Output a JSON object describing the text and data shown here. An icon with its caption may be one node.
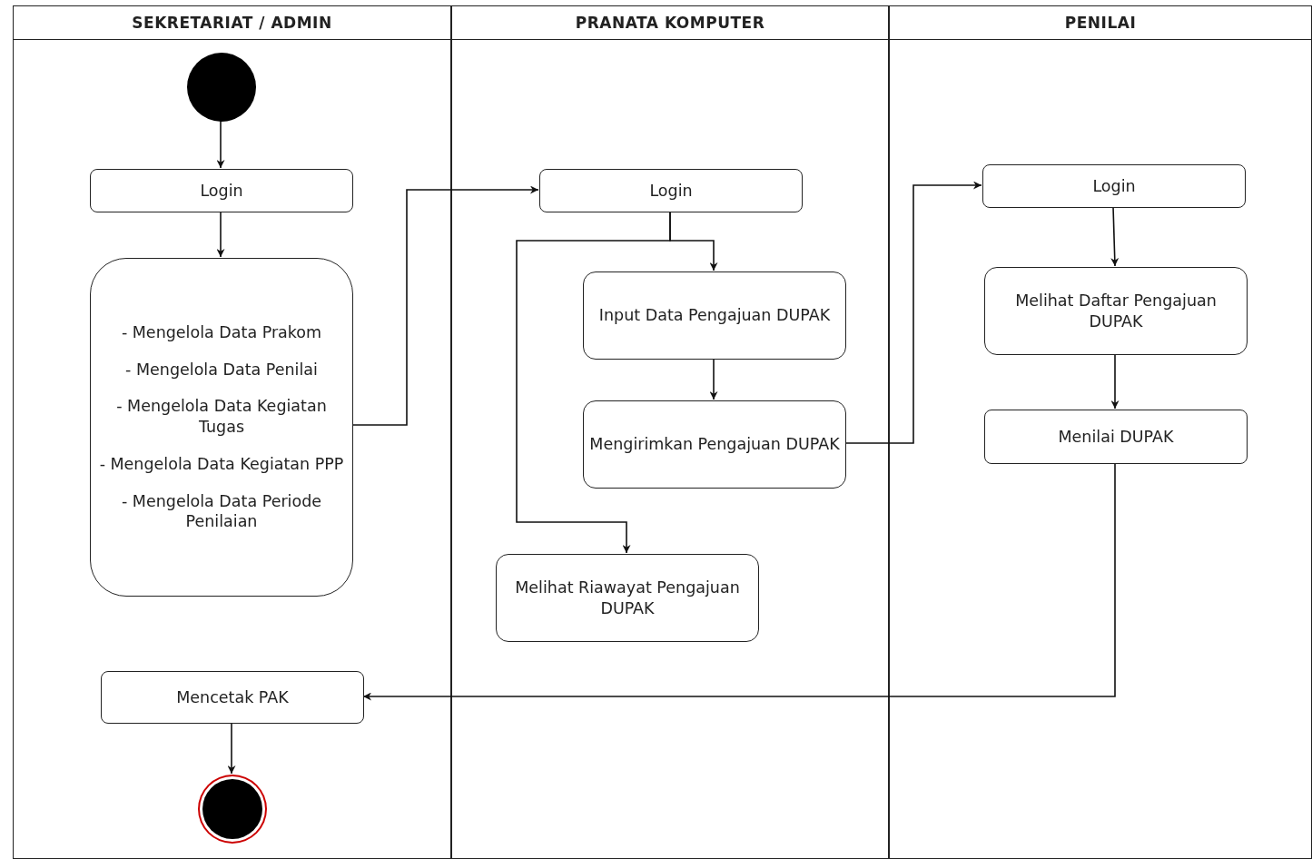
{
  "diagram": {
    "nodes": [
      {
        "text": [
          "SEKRETARIAT / ADMIN"
        ]
      },
      {
        "text": [
          "PRANATA KOMPUTER"
        ]
      },
      {
        "text": [
          "PENILAI"
        ]
      },
      {
        "text": [],
        "shape": "circle",
        "in": 0
      },
      {
        "text": [
          "Login"
        ],
        "in": 0
      },
      {
        "text": [
          "- Mengelola Data Prakom",
          "- Mengelola Data Penilai",
          "- Mengelola Data Kegiatan Tugas",
          "- Mengelola Data Kegiatan PPP",
          "- Mengelola Data Periode Penilaian"
        ],
        "in": 0
      },
      {
        "text": [
          "Mencetak PAK"
        ],
        "in": 0
      },
      {
        "text": [],
        "shape": "circle",
        "in": 0
      },
      {
        "text": [
          "Login"
        ],
        "in": 1
      },
      {
        "text": [
          "Input Data Pengajuan DUPAK"
        ],
        "in": 1
      },
      {
        "text": [
          "Mengirimkan Pengajuan DUPAK"
        ],
        "in": 1
      },
      {
        "text": [
          "Melihat Riawayat Pengajuan DUPAK"
        ],
        "in": 1
      },
      {
        "text": [
          "Login"
        ],
        "in": 2
      },
      {
        "text": [
          "Melihat Daftar Pengajuan DUPAK"
        ],
        "in": 2
      },
      {
        "text": [
          "Menilai DUPAK"
        ],
        "in": 2
      }
    ],
    "edges": [
      {
        "from": 3,
        "to": 4,
        "arrow": "to"
      },
      {
        "from": 4,
        "to": 5,
        "arrow": "to"
      },
      {
        "from": 5,
        "to": 8,
        "arrow": "to"
      },
      {
        "from": 8,
        "to": 9,
        "arrow": "to"
      },
      {
        "from": 8,
        "to": 11,
        "arrow": "to"
      },
      {
        "from": 9,
        "to": 10,
        "arrow": "to"
      },
      {
        "from": 10,
        "to": 12,
        "arrow": "to"
      },
      {
        "from": 12,
        "to": 13,
        "arrow": "to"
      },
      {
        "from": 13,
        "to": 14,
        "arrow": "to"
      },
      {
        "from": 14,
        "to": 6,
        "arrow": "to"
      },
      {
        "from": 6,
        "to": 7,
        "arrow": "to"
      }
    ]
  }
}
